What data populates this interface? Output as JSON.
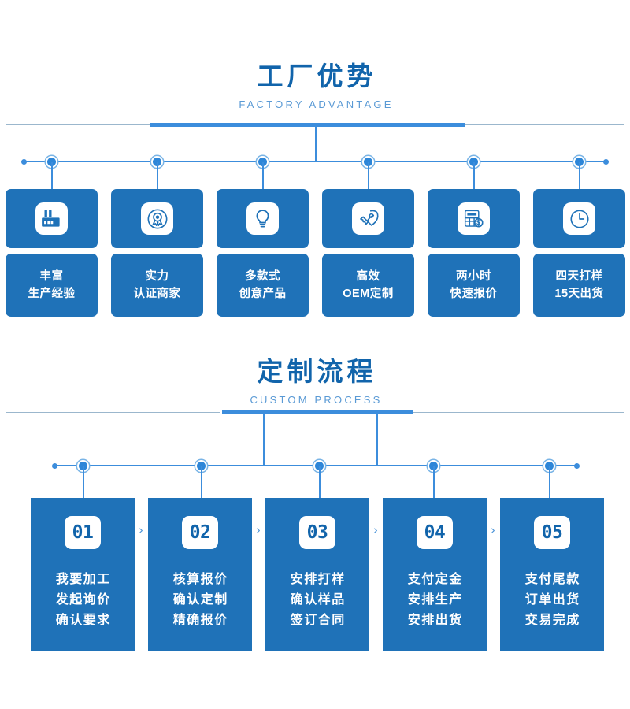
{
  "theme": {
    "brand_blue": "#1f72b8",
    "title_blue": "#1164ab",
    "line_blue": "#3c8ddc",
    "subtitle_blue": "#5a9ad5",
    "rule_grey": "#9bb7cd",
    "card_text": "#ffffff",
    "background": "#ffffff"
  },
  "advantage_section": {
    "title_cn": "工厂优势",
    "title_en": "FACTORY ADVANTAGE",
    "items": [
      {
        "icon": "factory-icon",
        "line1": "丰富",
        "line2": "生产经验"
      },
      {
        "icon": "award-medal-icon",
        "line1": "实力",
        "line2": "认证商家"
      },
      {
        "icon": "lightbulb-icon",
        "line1": "多款式",
        "line2": "创意产品"
      },
      {
        "icon": "rocket-icon",
        "line1": "高效",
        "line2": "OEM定制"
      },
      {
        "icon": "calculator-money-icon",
        "line1": "两小时",
        "line2": "快速报价"
      },
      {
        "icon": "clock-icon",
        "line1": "四天打样",
        "line2": "15天出货"
      }
    ]
  },
  "process_section": {
    "title_cn": "定制流程",
    "title_en": "CUSTOM PROCESS",
    "separator": "›",
    "steps": [
      {
        "number": "01",
        "line1": "我要加工",
        "line2": "发起询价",
        "line3": "确认要求"
      },
      {
        "number": "02",
        "line1": "核算报价",
        "line2": "确认定制",
        "line3": "精确报价"
      },
      {
        "number": "03",
        "line1": "安排打样",
        "line2": "确认样品",
        "line3": "签订合同"
      },
      {
        "number": "04",
        "line1": "支付定金",
        "line2": "安排生产",
        "line3": "安排出货"
      },
      {
        "number": "05",
        "line1": "支付尾款",
        "line2": "订单出货",
        "line3": "交易完成"
      }
    ]
  }
}
